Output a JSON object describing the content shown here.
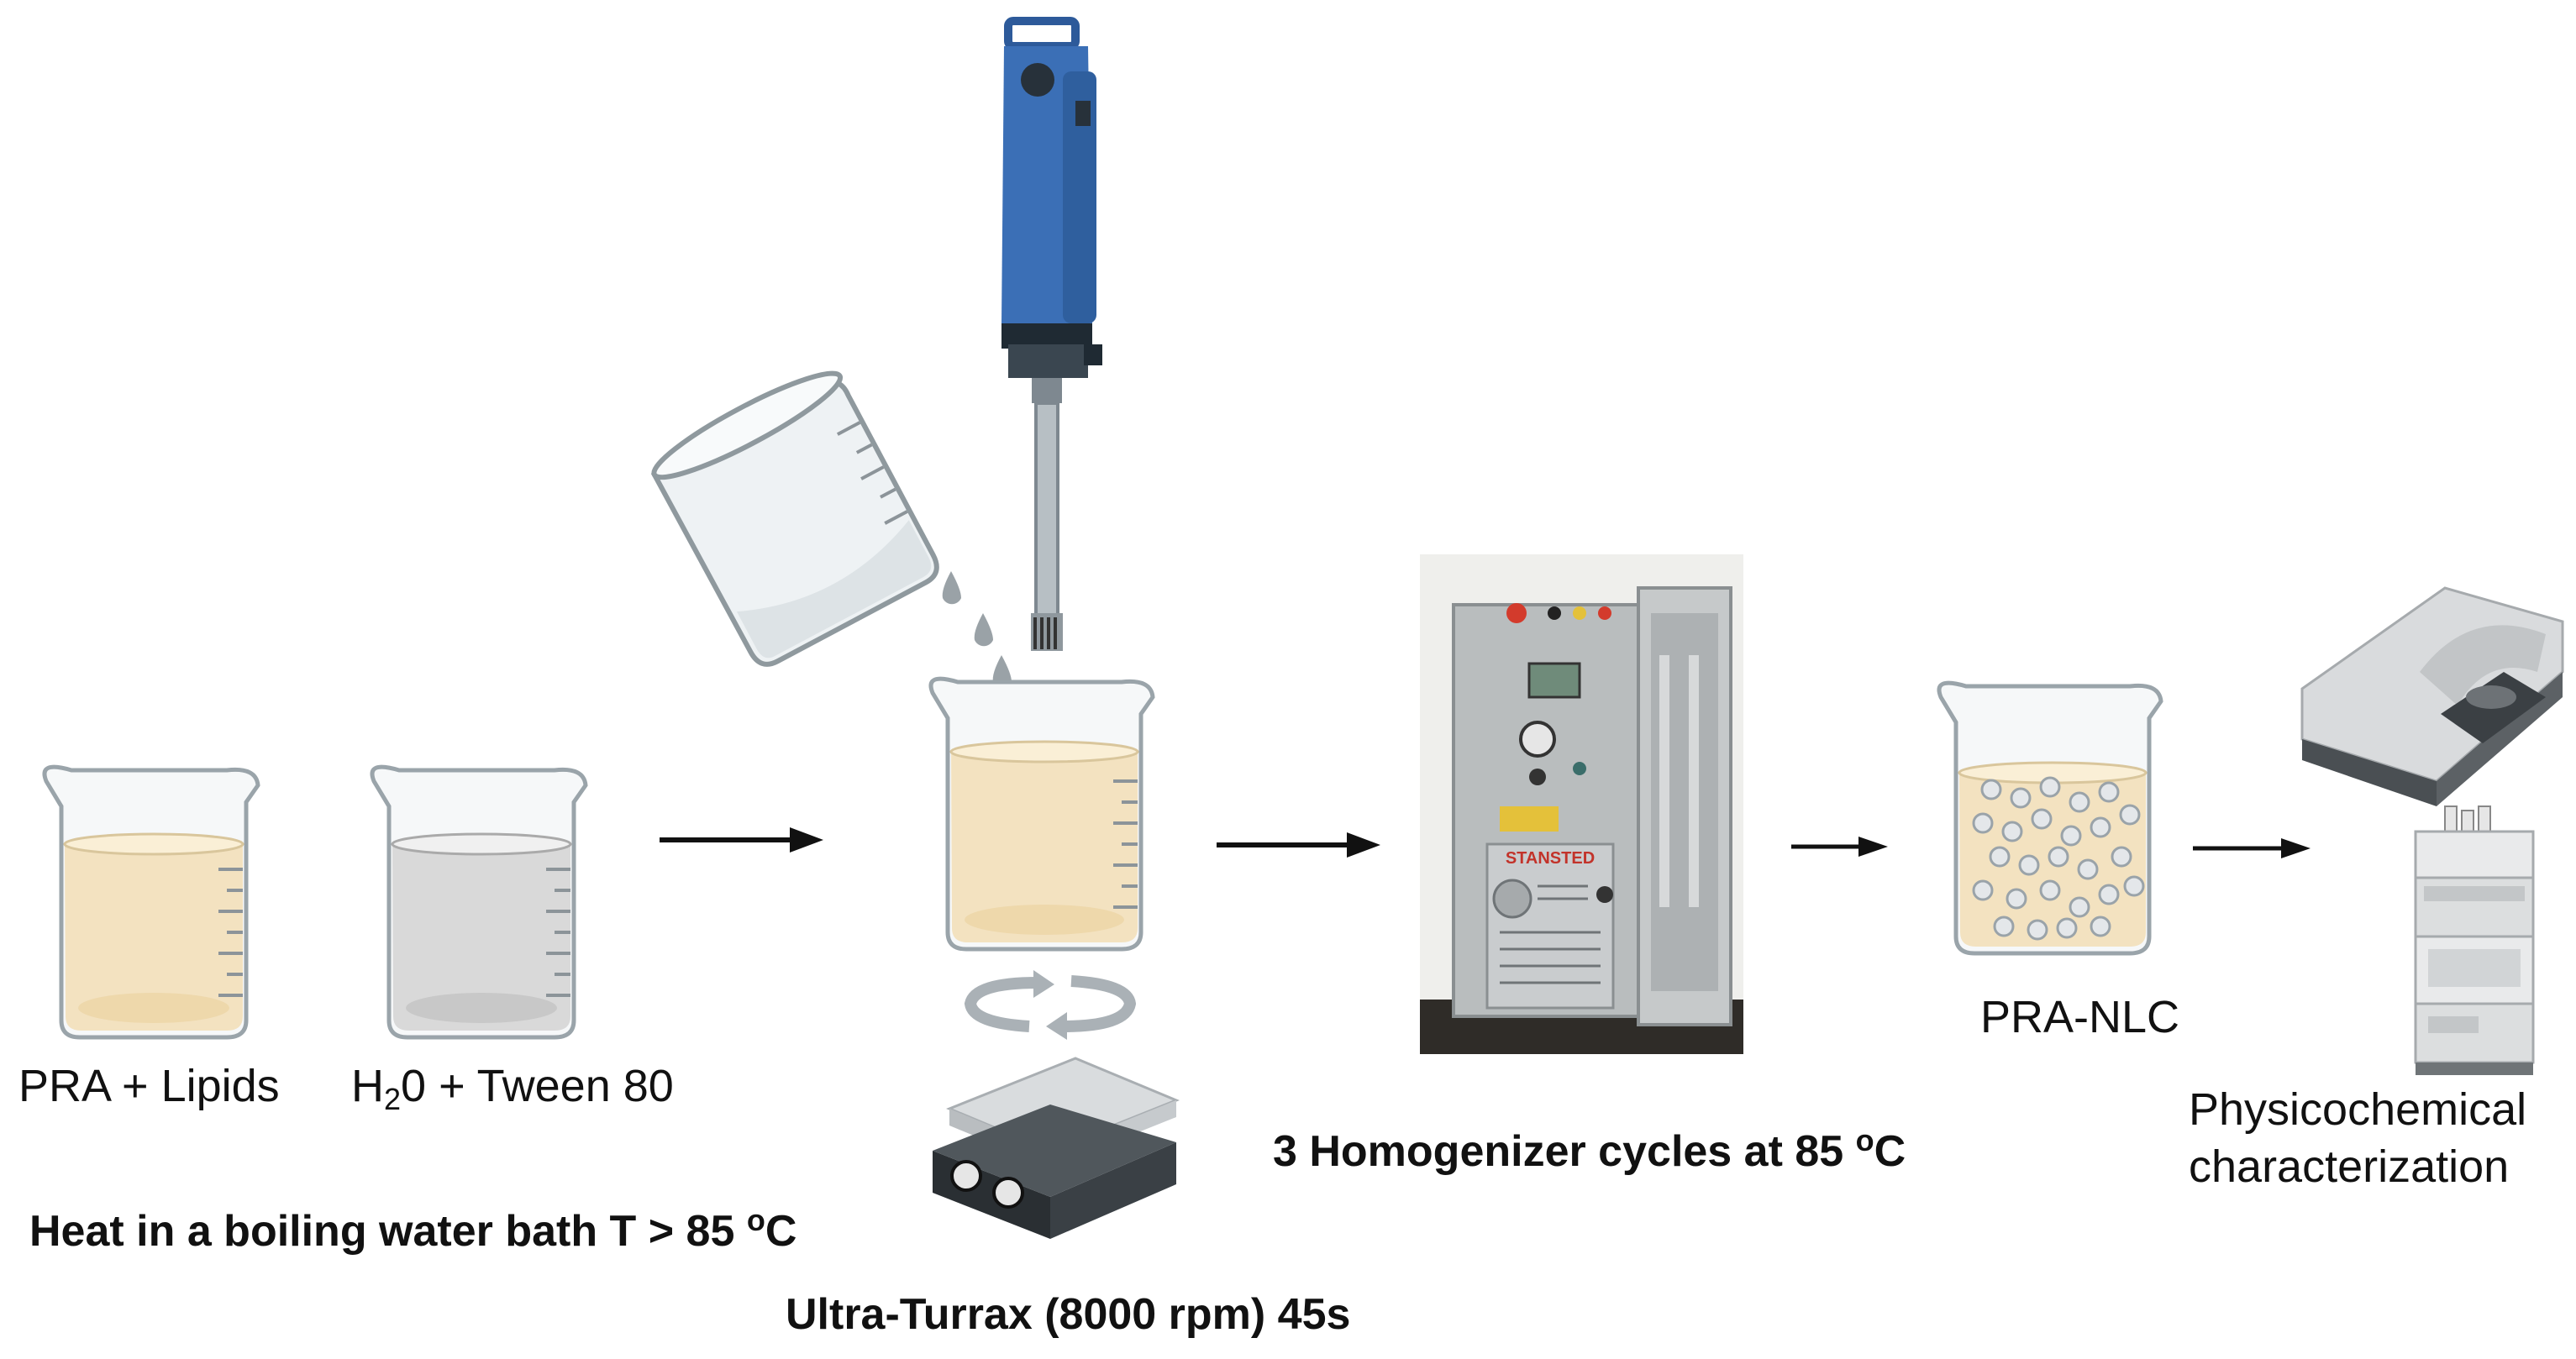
{
  "labels": {
    "beaker1": "PRA + Lipids",
    "beaker2_prefix": "H",
    "beaker2_sub": "2",
    "beaker2_suffix": "0 + Tween 80",
    "product": "PRA-NLC",
    "charac_line1": "Physicochemical",
    "charac_line2": "characterization"
  },
  "steps": {
    "heat_prefix": "Heat in a boiling water bath T > 85 ",
    "heat_sup": "o",
    "heat_suffix": "C",
    "turrax": "Ultra-Turrax (8000 rpm) 45s",
    "homog_prefix": "3 Homogenizer cycles at 85 ",
    "homog_sup": "o",
    "homog_suffix": "C"
  },
  "device": {
    "brand": "STANSTED"
  },
  "colors": {
    "lipid": "#f3e2c0",
    "water": "#d9d9d9",
    "homogenizer_blue": "#3b6fb6",
    "glass": "#eef2f4",
    "arrow": "#111111"
  }
}
